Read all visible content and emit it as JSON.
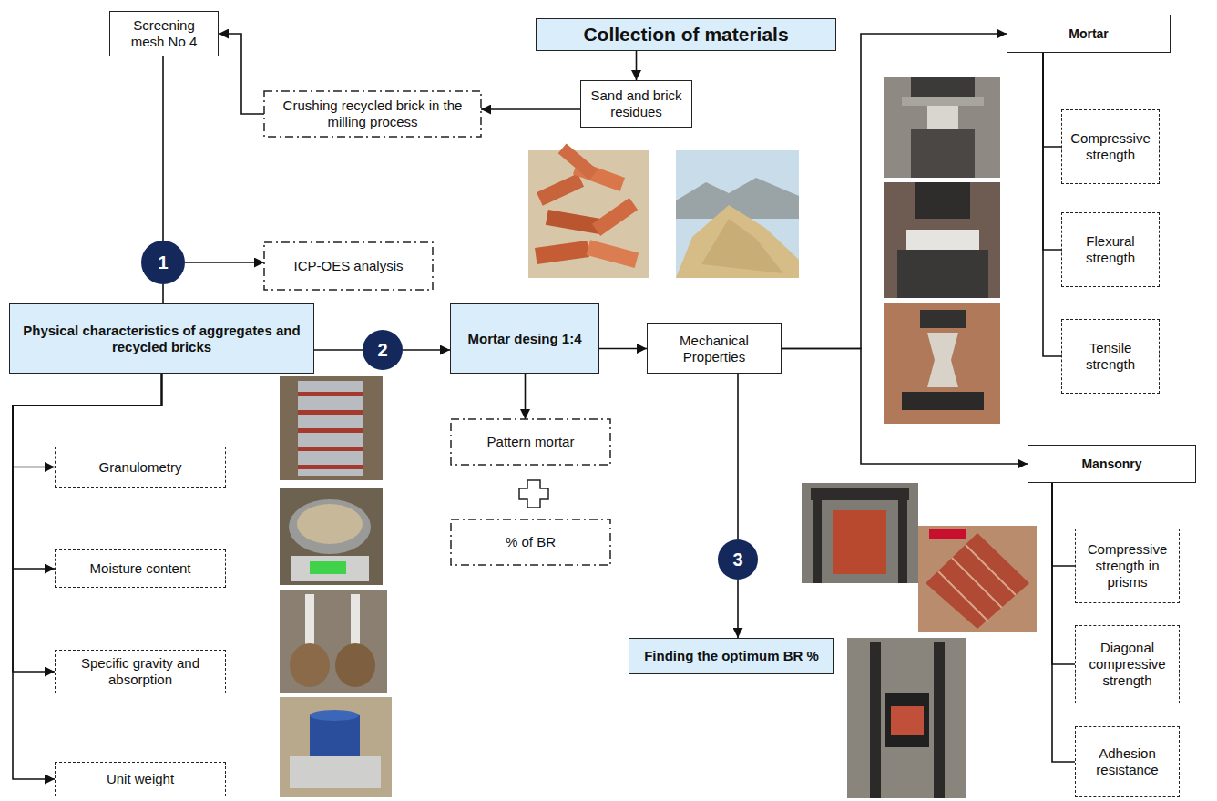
{
  "diagram": {
    "nodes": [
      {
        "text": [
          "Collection of materials"
        ]
      },
      {
        "text": [
          "Sand and brick residues"
        ]
      },
      {
        "text": [
          "Crushing recycled brick in the milling process"
        ]
      },
      {
        "text": [
          "Screening mesh No 4"
        ]
      },
      {
        "text": [
          "1"
        ]
      },
      {
        "text": [
          "ICP-OES analysis"
        ]
      },
      {
        "text": [
          "Physical characteristics of aggregates and recycled bricks"
        ]
      },
      {
        "text": [
          "2"
        ]
      },
      {
        "text": [
          "Mortar desing 1:4"
        ]
      },
      {
        "text": [
          "Mechanical Properties"
        ]
      },
      {
        "text": [
          "Pattern mortar"
        ]
      },
      {
        "text": [
          "% of BR"
        ]
      },
      {
        "text": [
          "3"
        ]
      },
      {
        "text": [
          "Finding the optimum BR %"
        ]
      },
      {
        "text": [
          "Mortar"
        ]
      },
      {
        "text": [
          "Compressive strength"
        ]
      },
      {
        "text": [
          "Flexural strength"
        ]
      },
      {
        "text": [
          "Tensile strength"
        ]
      },
      {
        "text": [
          "Mansonry"
        ]
      },
      {
        "text": [
          "Compressive strength in prisms"
        ]
      },
      {
        "text": [
          "Diagonal compressive strength"
        ]
      },
      {
        "text": [
          "Adhesion resistance"
        ]
      },
      {
        "text": [
          "Granulometry"
        ]
      },
      {
        "text": [
          "Moisture content"
        ]
      },
      {
        "text": [
          "Specific gravity and absorption"
        ]
      },
      {
        "text": [
          "Unit weight"
        ]
      }
    ],
    "edges": [
      {
        "from": 0,
        "to": 1,
        "arrow": "to"
      },
      {
        "from": 1,
        "to": 2,
        "arrow": "to"
      },
      {
        "from": 2,
        "to": 3,
        "arrow": "to"
      },
      {
        "from": 3,
        "to": 4,
        "arrow": "none"
      },
      {
        "from": 4,
        "to": 5,
        "arrow": "to"
      },
      {
        "from": 4,
        "to": 6,
        "arrow": "none"
      },
      {
        "from": 6,
        "to": 7,
        "arrow": "none"
      },
      {
        "from": 7,
        "to": 8,
        "arrow": "to"
      },
      {
        "from": 8,
        "to": 9,
        "arrow": "to"
      },
      {
        "from": 8,
        "to": 10,
        "arrow": "to"
      },
      {
        "from": 9,
        "to": 14,
        "arrow": "to"
      },
      {
        "from": 9,
        "to": 18,
        "arrow": "to"
      },
      {
        "from": 9,
        "to": 12,
        "arrow": "none"
      },
      {
        "from": 12,
        "to": 13,
        "arrow": "to"
      },
      {
        "from": 14,
        "to": 15,
        "arrow": "none"
      },
      {
        "from": 14,
        "to": 16,
        "arrow": "none"
      },
      {
        "from": 14,
        "to": 17,
        "arrow": "none"
      },
      {
        "from": 18,
        "to": 19,
        "arrow": "none"
      },
      {
        "from": 18,
        "to": 20,
        "arrow": "none"
      },
      {
        "from": 18,
        "to": 21,
        "arrow": "none"
      },
      {
        "from": 6,
        "to": 22,
        "arrow": "to"
      },
      {
        "from": 6,
        "to": 23,
        "arrow": "to"
      },
      {
        "from": 6,
        "to": 24,
        "arrow": "to"
      },
      {
        "from": 6,
        "to": 25,
        "arrow": "to"
      }
    ]
  }
}
